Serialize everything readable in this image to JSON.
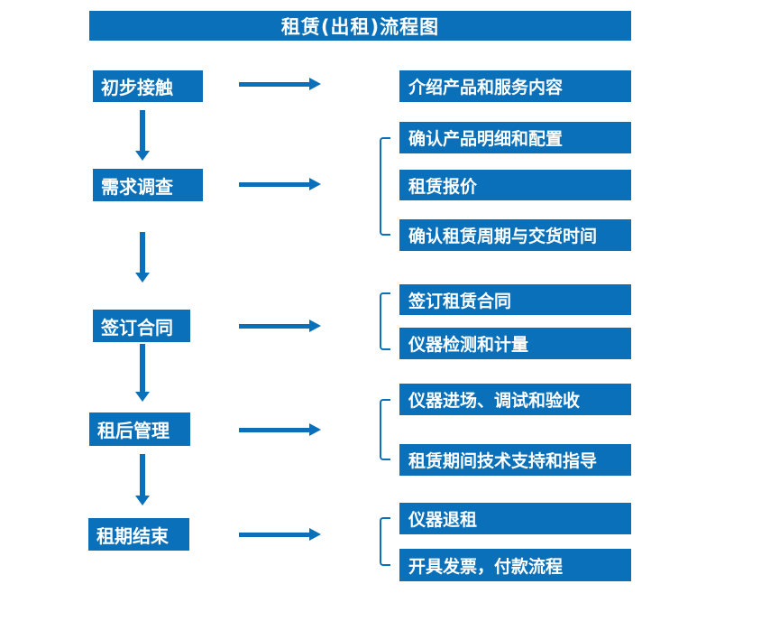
{
  "title": "租赁(出租)流程图",
  "colors": {
    "primary": "#0a70ba",
    "text": "#ffffff",
    "background": "#ffffff"
  },
  "steps": [
    {
      "label": "初步接触"
    },
    {
      "label": "需求调查"
    },
    {
      "label": "签订合同"
    },
    {
      "label": "租后管理"
    },
    {
      "label": "租期结束"
    }
  ],
  "details": [
    {
      "label": "介绍产品和服务内容"
    },
    {
      "label": "确认产品明细和配置"
    },
    {
      "label": "租赁报价"
    },
    {
      "label": "确认租赁周期与交货时间"
    },
    {
      "label": "签订租赁合同"
    },
    {
      "label": "仪器检测和计量"
    },
    {
      "label": "仪器进场、调试和验收"
    },
    {
      "label": "租赁期间技术支持和指导"
    },
    {
      "label": "仪器退租"
    },
    {
      "label": "开具发票，付款流程"
    }
  ]
}
